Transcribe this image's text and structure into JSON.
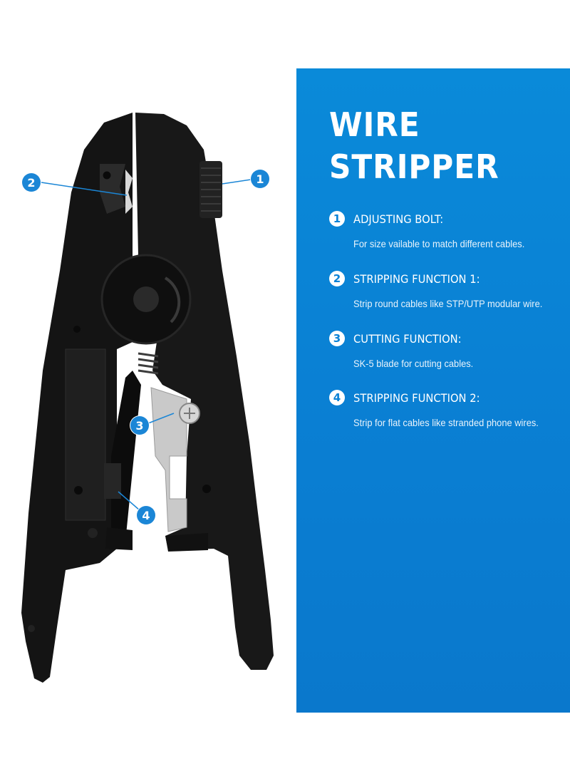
{
  "panel": {
    "title_line1": "WIRE",
    "title_line2": "STRIPPER",
    "features": [
      {
        "number": "1",
        "title": "ADJUSTING BOLT:",
        "description": "For size vailable to match different cables."
      },
      {
        "number": "2",
        "title": "STRIPPING FUNCTION 1:",
        "description": "Strip round cables like STP/UTP modular wire."
      },
      {
        "number": "3",
        "title": "CUTTING FUNCTION:",
        "description": "SK-5 blade for cutting cables."
      },
      {
        "number": "4",
        "title": "STRIPPING FUNCTION 2:",
        "description": "Strip for flat cables like stranded phone wires."
      }
    ]
  },
  "callouts": {
    "c1": "1",
    "c2": "2",
    "c3": "3",
    "c4": "4"
  },
  "colors": {
    "panel_blue": "#0a82d6",
    "tool_black": "#141414",
    "callout_blue": "#1b86d6"
  }
}
